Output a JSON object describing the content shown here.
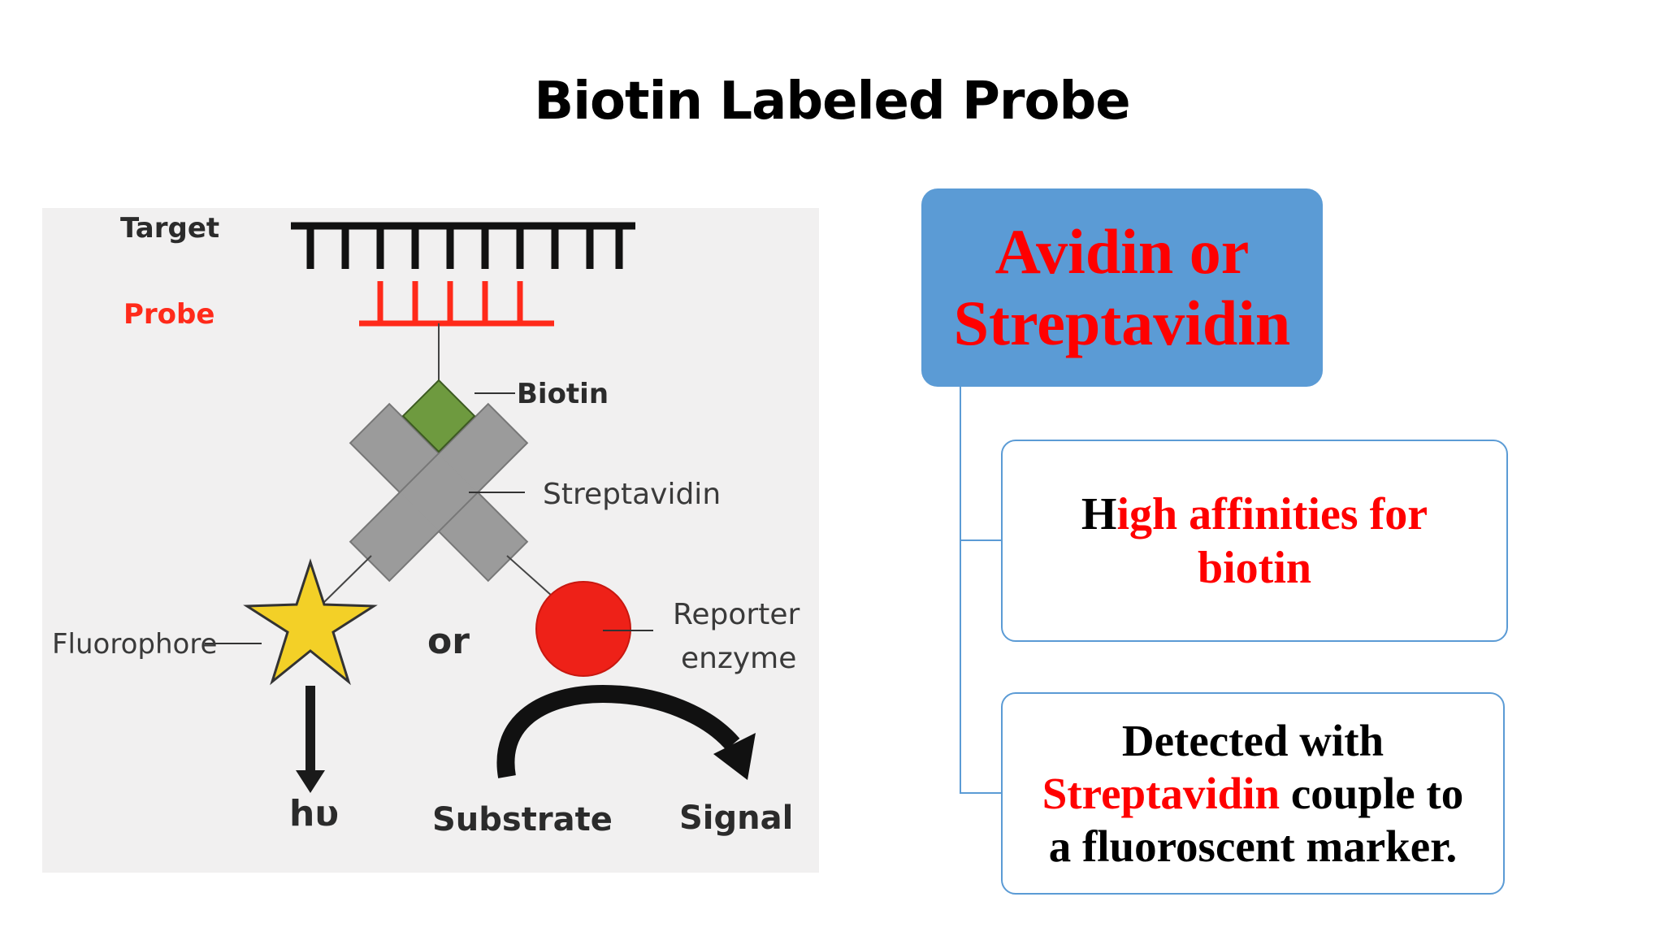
{
  "title": "Biotin Labeled Probe",
  "diagram": {
    "labels": {
      "target": "Target",
      "probe": "Probe",
      "biotin": "Biotin",
      "streptavidin": "Streptavidin",
      "fluorophore": "Fluorophore",
      "or": "or",
      "reporter_line1": "Reporter",
      "reporter_line2": "enzyme",
      "hv": "hυ",
      "substrate": "Substrate",
      "signal": "Signal"
    },
    "colors": {
      "target": "#111111",
      "probe": "#ff2a1a",
      "biotin": "#6e9a3f",
      "streptavidin": "#9b9b9b",
      "fluorophore": "#f3d027",
      "reporter": "#ee2118"
    }
  },
  "header_box": {
    "line1": "Avidin or",
    "line2": "Streptavidin"
  },
  "box1": {
    "part1": "H",
    "part2": "igh affinities for",
    "part3": "biotin"
  },
  "box2": {
    "part1": "Detected with",
    "part2": "Streptavidin",
    "part3": " couple to",
    "part4": "a fluoroscent marker."
  }
}
